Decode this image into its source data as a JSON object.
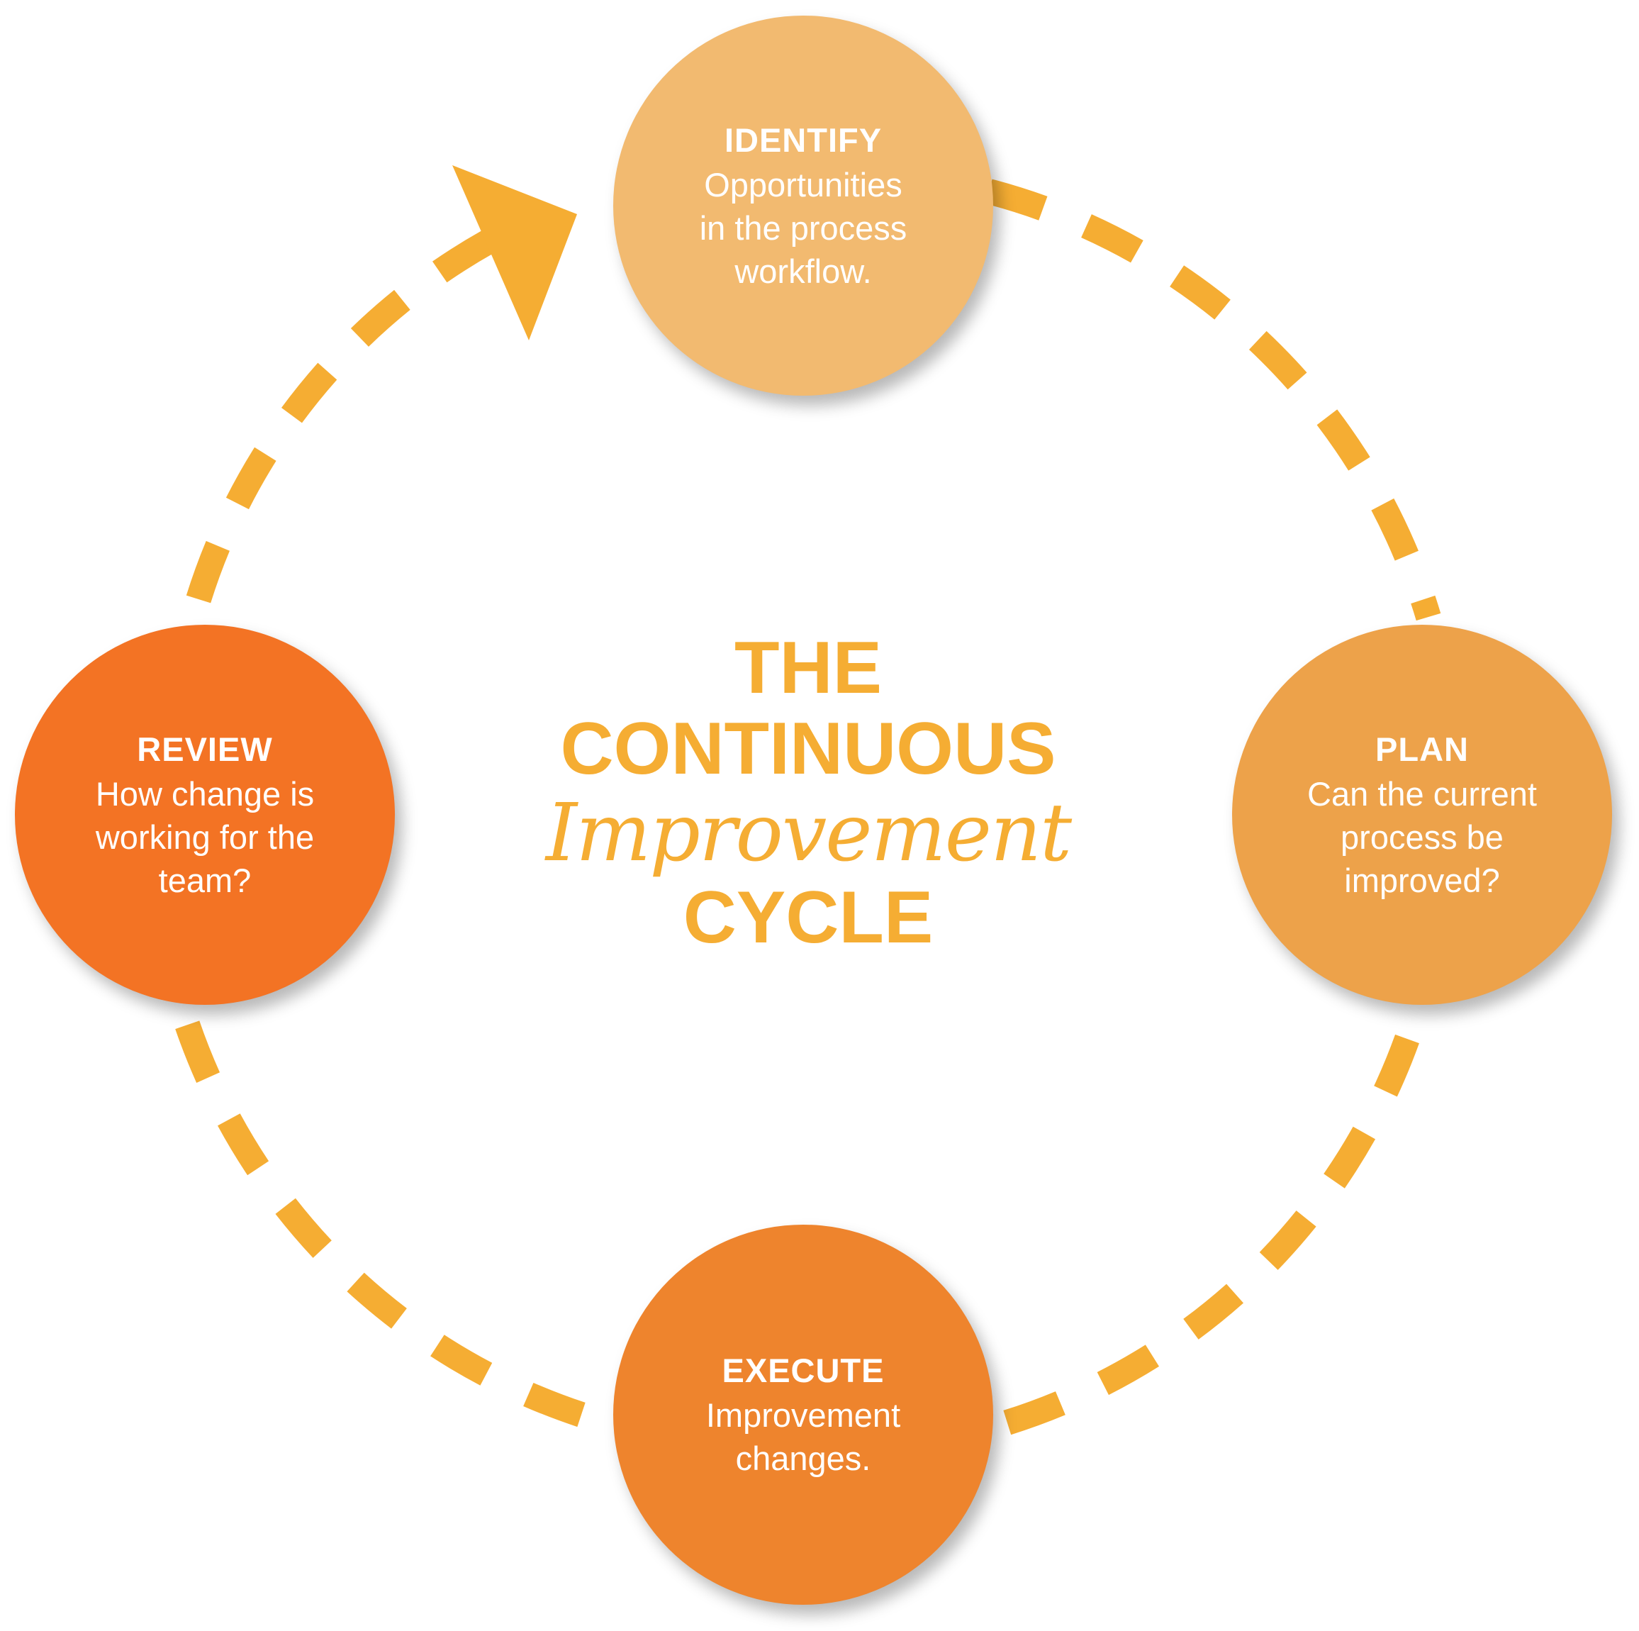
{
  "colors": {
    "arrow": "#F5AD33",
    "title": "#F5AD33",
    "identify": "#F2BA70",
    "plan": "#EDA24A",
    "execute": "#EE842D",
    "review": "#F37324",
    "node_text": "#FFFFFF"
  },
  "center_title": {
    "line1": "THE",
    "line2": "CONTINUOUS",
    "line3": "Improvement",
    "line4": "CYCLE"
  },
  "nodes": {
    "identify": {
      "title": "IDENTIFY",
      "text": "Opportunities\nin the process\nworkflow."
    },
    "plan": {
      "title": "PLAN",
      "text": "Can the current\nprocess be\nimproved?"
    },
    "execute": {
      "title": "EXECUTE",
      "text": "Improvement\nchanges."
    },
    "review": {
      "title": "REVIEW",
      "text": "How change is\nworking for the\nteam?"
    }
  }
}
